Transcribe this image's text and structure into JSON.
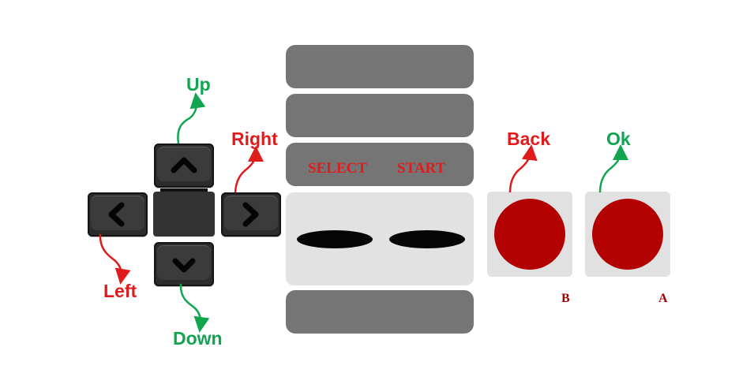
{
  "center": {
    "select_label": "SELECT",
    "start_label": "START"
  },
  "face_buttons": {
    "b_letter": "B",
    "a_letter": "A"
  },
  "annotations": {
    "up": "Up",
    "down": "Down",
    "left": "Left",
    "right": "Right",
    "back": "Back",
    "ok": "Ok"
  },
  "colors": {
    "green": "#11a550",
    "red": "#e01b1b",
    "button_red": "#b30000",
    "stripe_gray": "#757575",
    "panel_gray": "#e2e2e2"
  },
  "icons": [
    "chevron-up-icon",
    "chevron-down-icon",
    "chevron-left-icon",
    "chevron-right-icon"
  ]
}
